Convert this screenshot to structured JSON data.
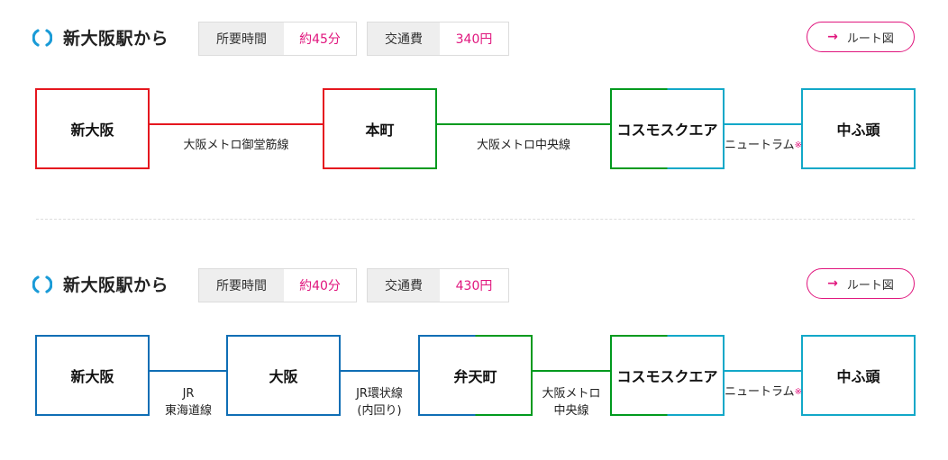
{
  "colors": {
    "accent": "#e0157d",
    "icon_blue": "#1a9bd7",
    "midosuji": "#e5171f",
    "chuo": "#019a1e",
    "newtram": "#12a8c8",
    "jr": "#0f6eb5"
  },
  "route1": {
    "origin": "新大阪駅から",
    "time_label": "所要時間",
    "time_value": "約45分",
    "fare_label": "交通費",
    "fare_value": "340円",
    "map_button": "ルート図",
    "stations": [
      "新大阪",
      "本町",
      "コスモスクエア",
      "中ふ頭"
    ],
    "lines": [
      {
        "name": "大阪メトロ御堂筋線"
      },
      {
        "name": "大阪メトロ中央線"
      },
      {
        "name": "ニュートラム",
        "mark": "※"
      }
    ]
  },
  "route2": {
    "origin": "新大阪駅から",
    "time_label": "所要時間",
    "time_value": "約40分",
    "fare_label": "交通費",
    "fare_value": "430円",
    "map_button": "ルート図",
    "stations": [
      "新大阪",
      "大阪",
      "弁天町",
      "コスモスクエア",
      "中ふ頭"
    ],
    "lines": [
      {
        "line1": "JR",
        "line2": "東海道線"
      },
      {
        "line1": "JR環状線",
        "line2": "(内回り)"
      },
      {
        "line1": "大阪メトロ",
        "line2": "中央線"
      },
      {
        "name": "ニュートラム",
        "mark": "※"
      }
    ]
  }
}
